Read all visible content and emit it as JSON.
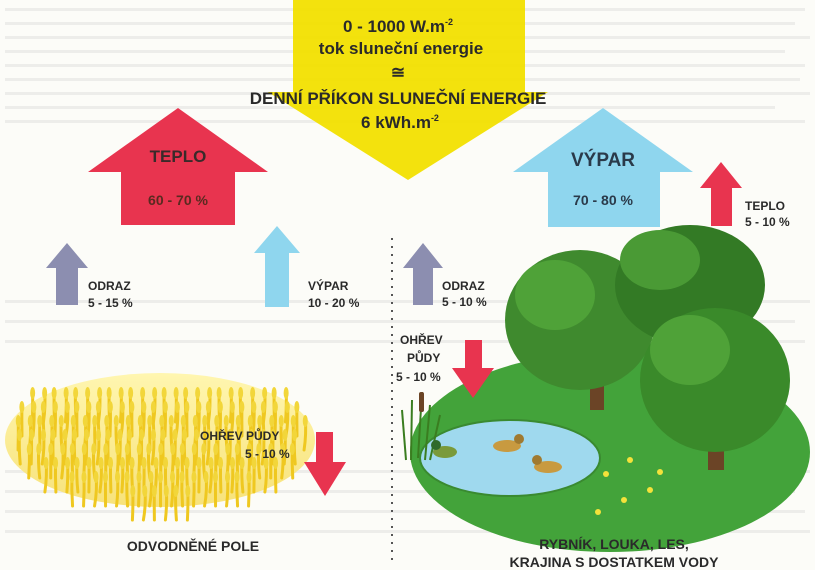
{
  "header": {
    "line1": "0 - 1000 W.m",
    "line1_sup": "-2",
    "line2": "tok sluneční energie",
    "approx": "≅",
    "line3": "DENNÍ PŘÍKON SLUNEČNÍ ENERGIE",
    "line4": "6 kWh.m",
    "line4_sup": "-2"
  },
  "field": {
    "heat": {
      "label": "TEPLO",
      "value": "60 - 70 %"
    },
    "reflection": {
      "label": "ODRAZ",
      "value": "5 - 15 %"
    },
    "evaporation": {
      "label": "VÝPAR",
      "value": "10 - 20 %"
    },
    "soil_heating": {
      "label": "OHŘEV PŮDY",
      "value": "5 - 10 %"
    },
    "caption": "ODVODNĚNÉ POLE"
  },
  "landscape": {
    "evaporation": {
      "label": "VÝPAR",
      "value": "70 - 80 %"
    },
    "heat": {
      "label": "TEPLO",
      "value": "5 - 10 %"
    },
    "reflection": {
      "label": "ODRAZ",
      "value": "5 - 10 %"
    },
    "soil_heating": {
      "label_1": "OHŘEV",
      "label_2": "PŮDY",
      "value": "5 - 10 %"
    },
    "caption_1": "RYBNÍK, LOUKA, LES,",
    "caption_2": "KRAJINA S DOSTATKEM VODY"
  },
  "colors": {
    "sun_arrow": "#f2e000",
    "heat_arrow": "#e8344f",
    "evaporation_arrow": "#8fd6ee",
    "reflection_arrow": "#8c8eb0",
    "field_wheat": "#f2d63a",
    "meadow": "#43a33a",
    "pond": "#9fd9ee",
    "tree": "#3f8a2e"
  }
}
